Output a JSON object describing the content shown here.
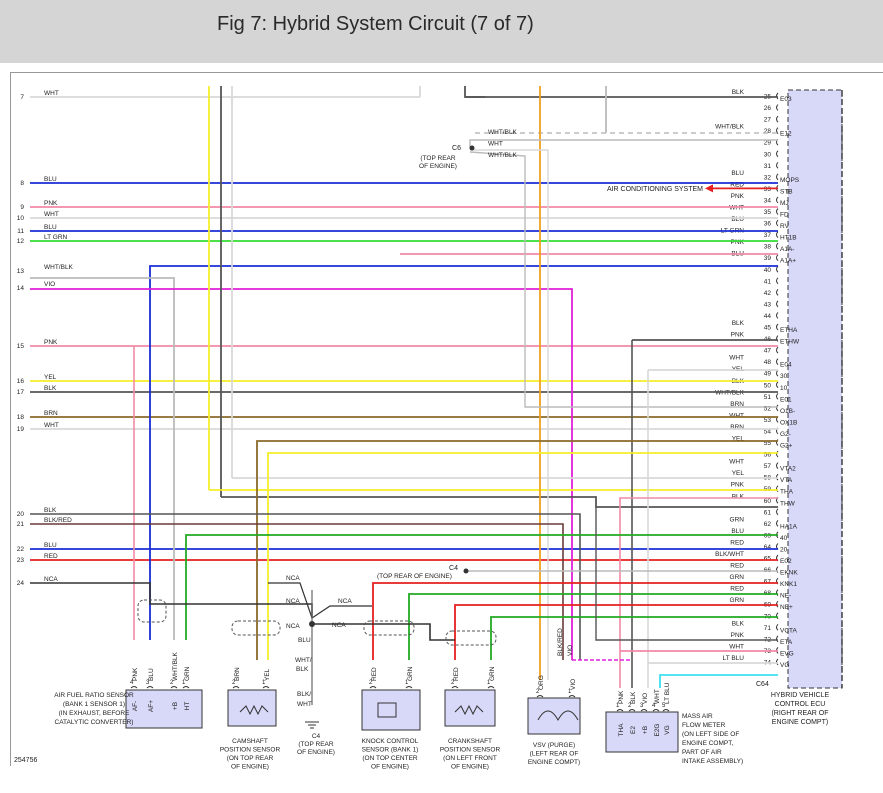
{
  "title": "Fig 7: Hybrid System Circuit (7 of 7)",
  "figure_id": "254756",
  "colors": {
    "WHT": "#d8d8d8",
    "BLK": "#555555",
    "BLU": "#1a2ed6",
    "PNK": "#f28aa6",
    "LT GRN": "#33dd33",
    "WHT/BLK": "#bbbbbb",
    "VIO": "#e020d8",
    "YEL": "#f5ee2a",
    "BRN": "#8a6a2a",
    "BLK/RED": "#6a3a3a",
    "RED": "#e52020",
    "NCA": "#333333",
    "GRN": "#22aa22",
    "ORG": "#f0a020",
    "LT BLU": "#3ee0f0",
    "ecu_fill": "#d8d8f8"
  },
  "left_wires": [
    {
      "num": "7",
      "color": "WHT"
    },
    {
      "num": "8",
      "color": "BLU"
    },
    {
      "num": "9",
      "color": "PNK"
    },
    {
      "num": "10",
      "color": "WHT"
    },
    {
      "num": "11",
      "color": "BLU"
    },
    {
      "num": "12",
      "color": "LT GRN"
    },
    {
      "num": "13",
      "color": "WHT/BLK"
    },
    {
      "num": "14",
      "color": "VIO"
    },
    {
      "num": "15",
      "color": "PNK"
    },
    {
      "num": "16",
      "color": "YEL"
    },
    {
      "num": "17",
      "color": "BLK"
    },
    {
      "num": "18",
      "color": "BRN"
    },
    {
      "num": "19",
      "color": "WHT"
    },
    {
      "num": "20",
      "color": "BLK"
    },
    {
      "num": "21",
      "color": "BLK/RED"
    },
    {
      "num": "22",
      "color": "BLU"
    },
    {
      "num": "23",
      "color": "RED"
    },
    {
      "num": "24",
      "color": "NCA"
    }
  ],
  "ecu_pins": [
    {
      "num": "25",
      "color": "BLK",
      "name": "E03"
    },
    {
      "num": "26",
      "color": "",
      "name": ""
    },
    {
      "num": "27",
      "color": "",
      "name": ""
    },
    {
      "num": "28",
      "color": "WHT/BLK",
      "name": "E12"
    },
    {
      "num": "29",
      "color": "",
      "name": ""
    },
    {
      "num": "30",
      "color": "",
      "name": ""
    },
    {
      "num": "31",
      "color": "",
      "name": ""
    },
    {
      "num": "32",
      "color": "BLU",
      "name": "MOPS"
    },
    {
      "num": "33",
      "color": "RED",
      "name": "STB"
    },
    {
      "num": "34",
      "color": "PNK",
      "name": "MJ"
    },
    {
      "num": "35",
      "color": "WHT",
      "name": "FD"
    },
    {
      "num": "36",
      "color": "BLU",
      "name": "RV"
    },
    {
      "num": "37",
      "color": "LT GRN",
      "name": "HT1B"
    },
    {
      "num": "38",
      "color": "PNK",
      "name": "A1A-"
    },
    {
      "num": "39",
      "color": "BLU",
      "name": "A1A+"
    },
    {
      "num": "40",
      "color": "",
      "name": ""
    },
    {
      "num": "41",
      "color": "",
      "name": ""
    },
    {
      "num": "42",
      "color": "",
      "name": ""
    },
    {
      "num": "43",
      "color": "",
      "name": ""
    },
    {
      "num": "44",
      "color": "",
      "name": ""
    },
    {
      "num": "45",
      "color": "BLK",
      "name": "ETHA"
    },
    {
      "num": "46",
      "color": "PNK",
      "name": "ETHW"
    },
    {
      "num": "47",
      "color": "",
      "name": ""
    },
    {
      "num": "48",
      "color": "WHT",
      "name": "E04"
    },
    {
      "num": "49",
      "color": "YEL",
      "name": "30"
    },
    {
      "num": "50",
      "color": "BLK",
      "name": "10"
    },
    {
      "num": "51",
      "color": "WHT/BLK",
      "name": "E01"
    },
    {
      "num": "52",
      "color": "BRN",
      "name": "O1B-"
    },
    {
      "num": "53",
      "color": "WHT",
      "name": "OX1B"
    },
    {
      "num": "54",
      "color": "BRN",
      "name": "G2-"
    },
    {
      "num": "55",
      "color": "YEL",
      "name": "G2+"
    },
    {
      "num": "56",
      "color": "",
      "name": ""
    },
    {
      "num": "57",
      "color": "WHT",
      "name": "VTA2"
    },
    {
      "num": "58",
      "color": "YEL",
      "name": "VTA"
    },
    {
      "num": "59",
      "color": "PNK",
      "name": "THA"
    },
    {
      "num": "60",
      "color": "BLK",
      "name": "THW"
    },
    {
      "num": "61",
      "color": "",
      "name": ""
    },
    {
      "num": "62",
      "color": "GRN",
      "name": "HA1A"
    },
    {
      "num": "63",
      "color": "BLU",
      "name": "40"
    },
    {
      "num": "64",
      "color": "RED",
      "name": "20"
    },
    {
      "num": "65",
      "color": "BLK/WHT",
      "name": "E02"
    },
    {
      "num": "66",
      "color": "RED",
      "name": "EKNK"
    },
    {
      "num": "67",
      "color": "GRN",
      "name": "KNK1"
    },
    {
      "num": "68",
      "color": "RED",
      "name": "NE-"
    },
    {
      "num": "69",
      "color": "GRN",
      "name": "NE+"
    },
    {
      "num": "70",
      "color": "",
      "name": ""
    },
    {
      "num": "71",
      "color": "BLK",
      "name": "VCTA"
    },
    {
      "num": "72",
      "color": "PNK",
      "name": "ETA"
    },
    {
      "num": "73",
      "color": "WHT",
      "name": "EVG"
    },
    {
      "num": "74",
      "color": "LT BLU",
      "name": "VG"
    }
  ],
  "ecu": {
    "connector": "C64",
    "label": [
      "HYBRID VEHICLE",
      "CONTROL ECU",
      "(RIGHT REAR OF",
      "ENGINE COMPT)"
    ]
  },
  "ac_system": "AIR CONDITIONING SYSTEM",
  "c6": {
    "name": "C6",
    "label": [
      "(TOP REAR",
      "OF ENGINE)"
    ],
    "wires": [
      "WHT/BLK",
      "WHT",
      "WHT/BLK"
    ]
  },
  "c4": {
    "name": "C4",
    "top_label": "(TOP REAR OF ENGINE)",
    "bottom_label": [
      "C4",
      "(TOP REAR",
      "OF ENGINE)"
    ],
    "wire_labels": [
      "BLU",
      "WHT/",
      "BLK",
      "BLK/",
      "WHT"
    ]
  },
  "nca_labels": [
    "NCA",
    "NCA",
    "NCA",
    "NCA",
    "NCA"
  ],
  "components": [
    {
      "id": "af",
      "pins": [
        "4",
        "3",
        "2",
        "1"
      ],
      "wires": [
        "PNK",
        "BLU",
        "WHT/BLK",
        "GRN"
      ],
      "terms": [
        "AF-",
        "AF+",
        "+B",
        "HT"
      ],
      "label": [
        "AIR FUEL RATIO SENSOR",
        "(BANK 1 SENSOR 1)",
        "(IN EXHAUST, BEFORE",
        "CATALYTIC CONVERTER)"
      ]
    },
    {
      "id": "cam",
      "pins": [
        "2",
        "1"
      ],
      "wires": [
        "BRN",
        "YEL"
      ],
      "label": [
        "CAMSHAFT",
        "POSITION SENSOR",
        "(ON TOP REAR",
        "OF ENGINE)"
      ]
    },
    {
      "id": "knock",
      "pins": [
        "2",
        "1"
      ],
      "wires": [
        "RED",
        "GRN"
      ],
      "label": [
        "KNOCK CONTROL",
        "SENSOR (BANK 1)",
        "(ON TOP CENTER",
        "OF ENGINE)"
      ]
    },
    {
      "id": "crank",
      "pins": [
        "2",
        "1"
      ],
      "wires": [
        "RED",
        "GRN"
      ],
      "label": [
        "CRANKSHAFT",
        "POSITION SENSOR",
        "(ON LEFT FRONT",
        "OF ENGINE)"
      ]
    },
    {
      "id": "vsv",
      "pins": [
        "2",
        "1"
      ],
      "wires": [
        "ORG",
        "VIO"
      ],
      "top_wires": [
        "BLK/RED",
        "VIO"
      ],
      "label": [
        "VSV (PURGE)",
        "(LEFT REAR OF",
        "ENGINE COMPT)"
      ]
    },
    {
      "id": "maf",
      "pins": [
        "1",
        "2",
        "3",
        "4",
        "5"
      ],
      "wires": [
        "PNK",
        "BLK",
        "VIO",
        "WHT",
        "LT BLU"
      ],
      "terms": [
        "THA",
        "E2",
        "+B",
        "E2G",
        "VG"
      ],
      "label": [
        "MASS AIR",
        "FLOW METER",
        "(ON LEFT SIDE OF",
        "ENGINE COMPT,",
        "PART OF AIR",
        "INTAKE ASSEMBLY)"
      ]
    }
  ]
}
